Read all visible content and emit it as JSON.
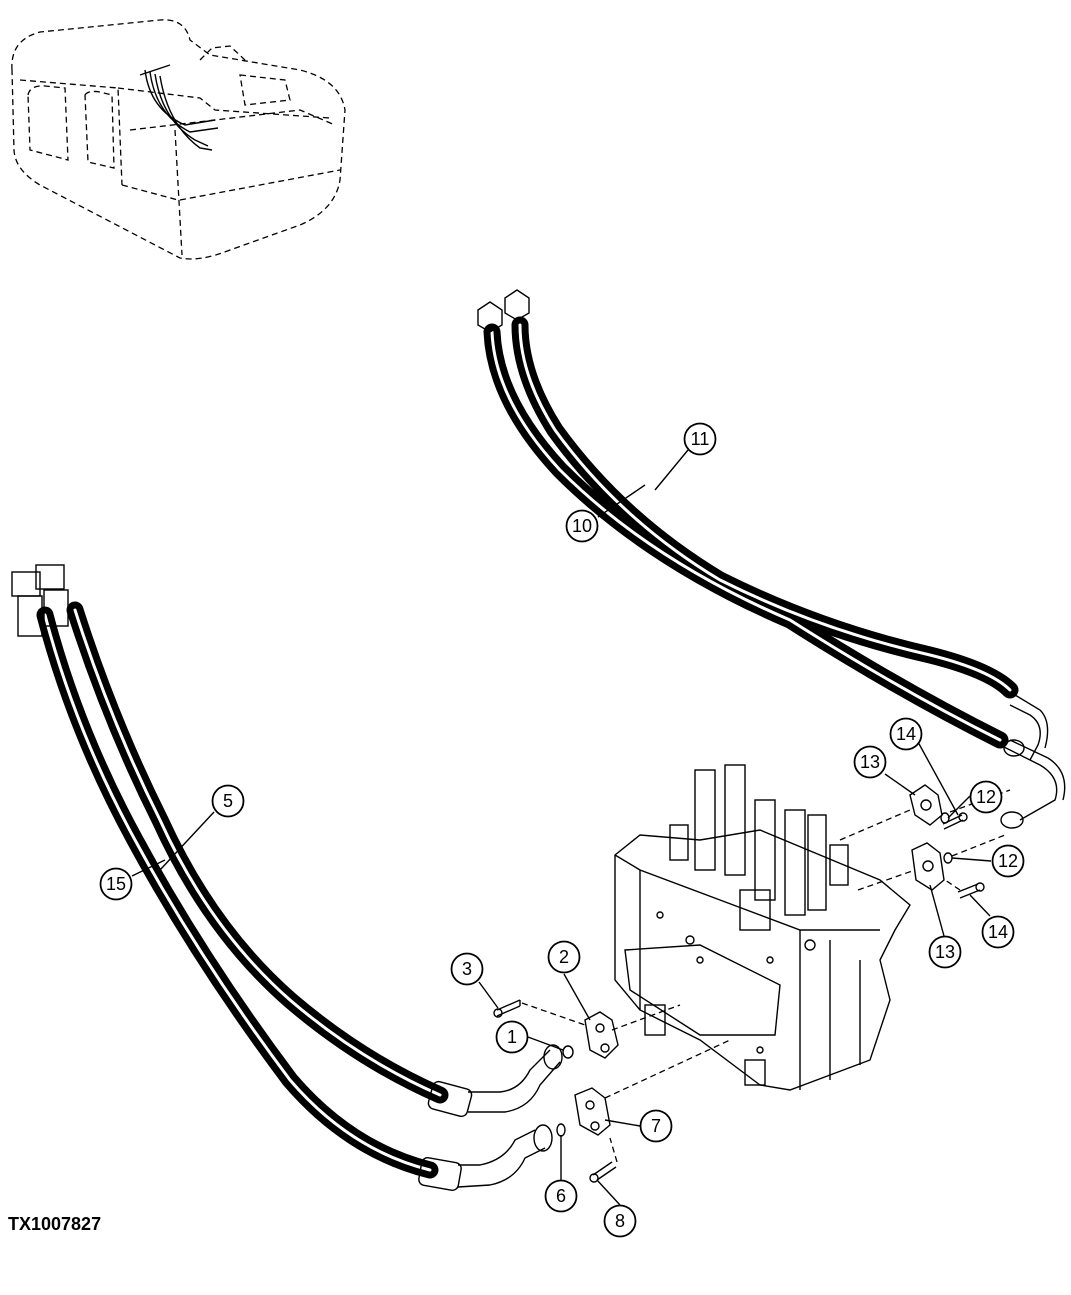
{
  "figure_id": "TX1007827",
  "callouts": [
    {
      "label": "1"
    },
    {
      "label": "2"
    },
    {
      "label": "3"
    },
    {
      "label": "5"
    },
    {
      "label": "6"
    },
    {
      "label": "7"
    },
    {
      "label": "8"
    },
    {
      "label": "10"
    },
    {
      "label": "11"
    },
    {
      "label": "12"
    },
    {
      "label": "12"
    },
    {
      "label": "13"
    },
    {
      "label": "13"
    },
    {
      "label": "14"
    },
    {
      "label": "14"
    },
    {
      "label": "15"
    }
  ]
}
